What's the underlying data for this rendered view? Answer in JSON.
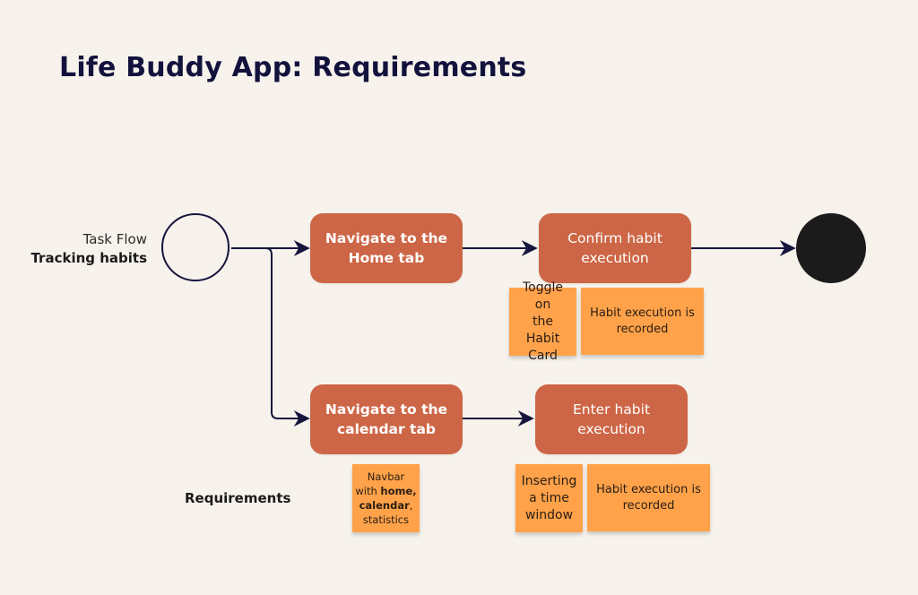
{
  "title": "Life Buddy App: Requirements",
  "task_flow": {
    "label": "Task Flow",
    "name": "Tracking habits"
  },
  "requirements_label": "Requirements",
  "steps": [
    {
      "id": "nav-home",
      "label": "Navigate to the Home tab"
    },
    {
      "id": "confirm-habit",
      "label": "Confirm habit execution"
    },
    {
      "id": "nav-calendar",
      "label": "Navigate to the calendar tab"
    },
    {
      "id": "enter-habit",
      "label": "Enter habit execution"
    }
  ],
  "stickies": {
    "toggle": "Toggle on\nthe Habit\nCard",
    "recorded_1": "Habit execution is\nrecorded",
    "navbar": {
      "line1": "Navbar",
      "with": "with ",
      "home": "home,",
      "calendar": "calendar",
      "rest": ", statistics"
    },
    "inserting": "Inserting\na time\nwindow",
    "recorded_2": "Habit execution is\nrecorded"
  },
  "colors": {
    "step_fill": "#cd6646",
    "sticky_fill": "#ffa24a",
    "arrow": "#15153d",
    "end_node": "#1c1b1c",
    "background": "#f7f2ec"
  }
}
